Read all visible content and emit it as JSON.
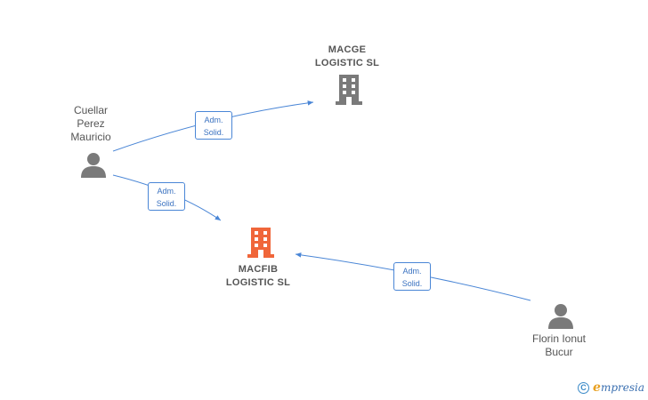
{
  "nodes": {
    "macge": {
      "name": "MACGE\nLOGISTIC  SL",
      "type": "company",
      "color": "#7a7a7a"
    },
    "macfib": {
      "name": "MACFIB\nLOGISTIC  SL",
      "type": "company",
      "color": "#f0663a",
      "highlighted": true
    },
    "cuellar": {
      "name": "Cuellar\nPerez\nMauricio",
      "type": "person",
      "color": "#7a7a7a"
    },
    "florin": {
      "name": "Florin Ionut\nBucur",
      "type": "person",
      "color": "#7a7a7a"
    }
  },
  "edges": [
    {
      "from": "cuellar",
      "to": "macge",
      "label_line1": "Adm.",
      "label_line2": "Solid."
    },
    {
      "from": "cuellar",
      "to": "macfib",
      "label_line1": "Adm.",
      "label_line2": "Solid."
    },
    {
      "from": "florin",
      "to": "macfib",
      "label_line1": "Adm.",
      "label_line2": "Solid."
    }
  ],
  "edge_color": "#4a86d6",
  "brand": {
    "copyright_symbol": "C",
    "name_initial": "e",
    "name_rest": "mpresia"
  }
}
